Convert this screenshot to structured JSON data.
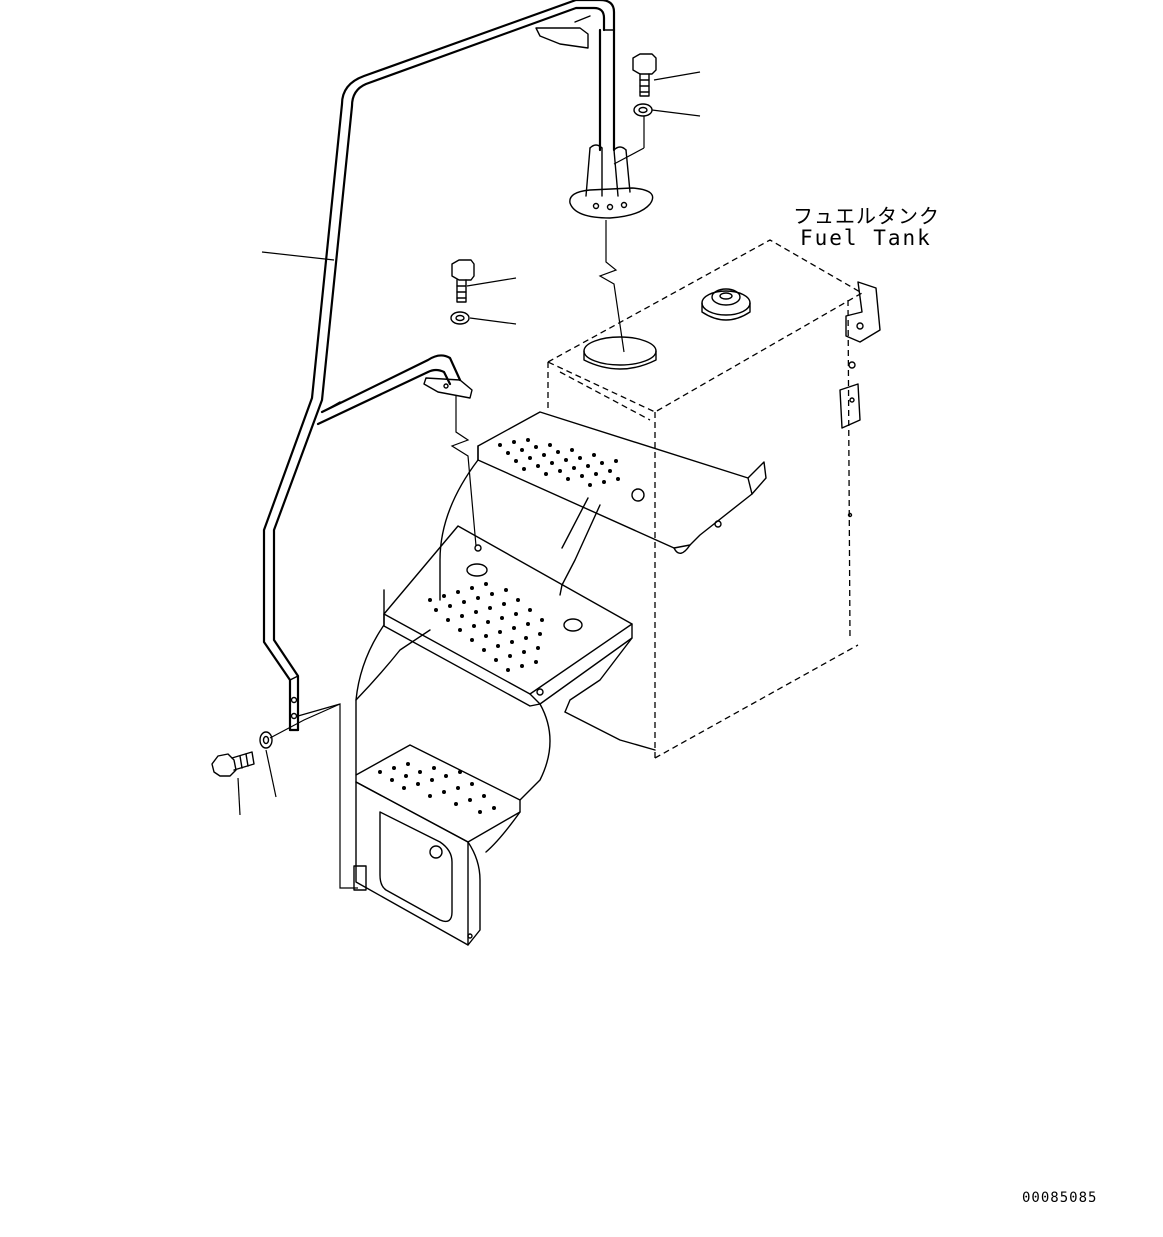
{
  "callout": {
    "fuel_tank_jp": "フュエルタンク",
    "fuel_tank_en": "Fuel Tank"
  },
  "drawing_number": "00085085",
  "parts": [
    "handrail-upper",
    "handrail-post",
    "bolt",
    "washer",
    "fuel-tank",
    "step-upper",
    "step-middle",
    "step-lower",
    "step-bracket"
  ]
}
